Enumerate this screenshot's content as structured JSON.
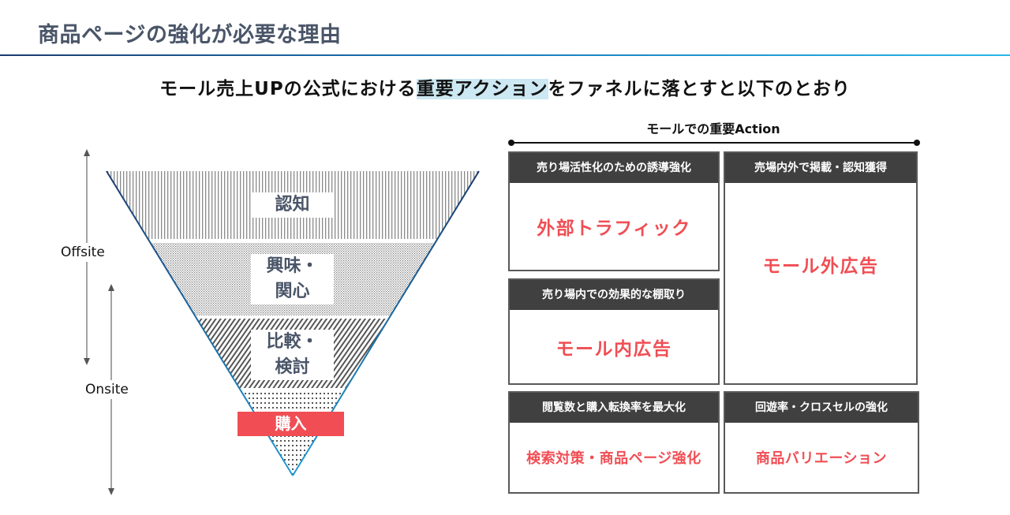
{
  "header": {
    "title": "商品ページの強化が必要な理由"
  },
  "subtitle": {
    "before": "モール売上UPの公式における",
    "highlight": "重要アクション",
    "after": "をファネルに落とすと以下のとおり"
  },
  "funnel": {
    "stages": [
      {
        "label_line1": "認知",
        "label_line2": "",
        "pattern": "vertical-lines"
      },
      {
        "label_line1": "興味・",
        "label_line2": "関心",
        "pattern": "dots-dense"
      },
      {
        "label_line1": "比較・",
        "label_line2": "検討",
        "pattern": "diagonal-lines"
      },
      {
        "label_line1": "購入",
        "label_line2": "",
        "pattern": "dots-sparse"
      }
    ],
    "axis": {
      "offsite": "Offsite",
      "onsite": "Onsite"
    },
    "colors": {
      "outline_top": "#1a3a6e",
      "outline_bottom": "#1e9ad6",
      "purchase": "#f04e54",
      "label_text": "#4a5568"
    }
  },
  "actions": {
    "title": "モールでの重要Action",
    "cards": [
      {
        "heading": "売り場活性化のための誘導強化",
        "value": "外部トラフィック"
      },
      {
        "heading": "売場内外で掲載・認知獲得",
        "value": "モール外広告"
      },
      {
        "heading": "売り場内での効果的な棚取り",
        "value": "モール内広告"
      },
      {
        "heading": "閲覧数と購入転換率を最大化",
        "value": "検索対策・商品ページ強化"
      },
      {
        "heading": "回遊率・クロスセルの強化",
        "value": "商品バリエーション"
      }
    ],
    "colors": {
      "heading_bg": "#404040",
      "value_text": "#f04e54"
    }
  }
}
